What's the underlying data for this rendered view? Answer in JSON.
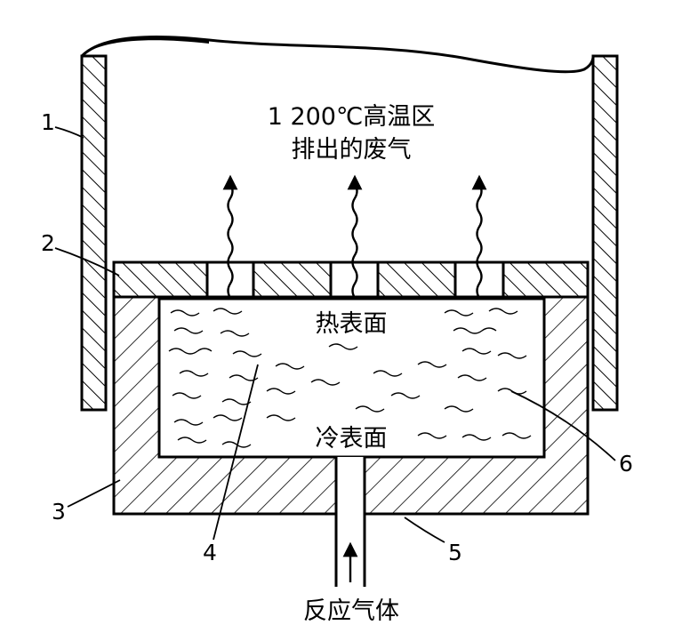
{
  "top_caption": {
    "line1": "1 200℃高温区",
    "line2": "排出的废气"
  },
  "inner_labels": {
    "hot_surface": "热表面",
    "cold_surface": "冷表面"
  },
  "bottom_caption": "反应气体",
  "part_numbers": {
    "p1": "1",
    "p2": "2",
    "p3": "3",
    "p4": "4",
    "p5": "5",
    "p6": "6"
  }
}
